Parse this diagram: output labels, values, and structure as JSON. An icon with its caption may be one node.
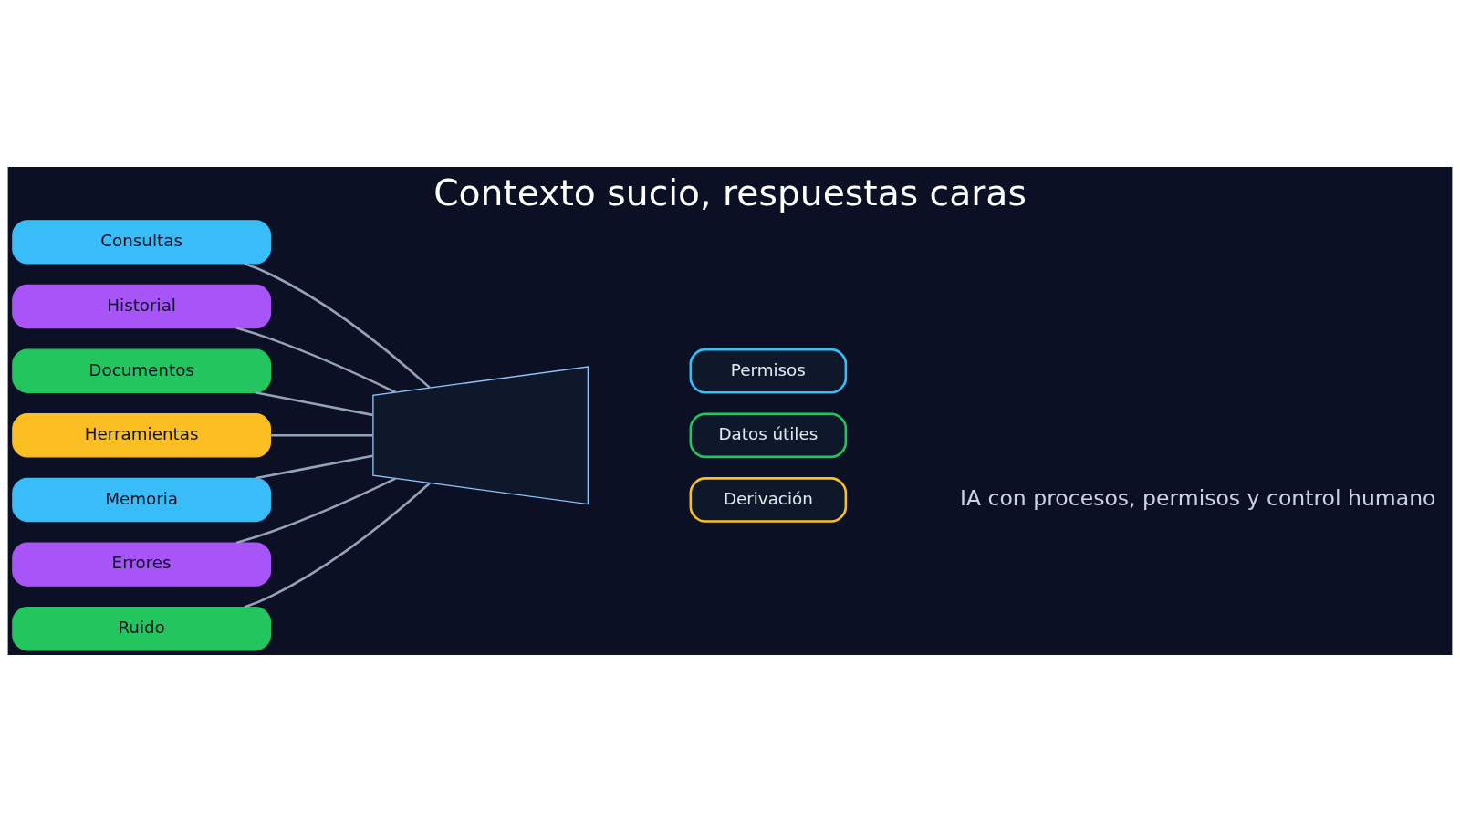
{
  "diagram": {
    "title": "Contexto sucio, respuestas caras",
    "caption": "IA con procesos, permisos y control humano",
    "nodes": [
      {
        "text": [
          "Consultas"
        ]
      },
      {
        "text": [
          "Historial"
        ]
      },
      {
        "text": [
          "Documentos"
        ]
      },
      {
        "text": [
          "Herramientas"
        ]
      },
      {
        "text": [
          "Memoria"
        ]
      },
      {
        "text": [
          "Errores"
        ]
      },
      {
        "text": [
          "Ruido"
        ]
      },
      {
        "text": [],
        "shape": "trapezoid"
      },
      {
        "text": [
          "Permisos"
        ]
      },
      {
        "text": [
          "Datos útiles"
        ]
      },
      {
        "text": [
          "Derivación"
        ]
      }
    ],
    "edges": [
      {
        "from": 0,
        "to": 7,
        "arrow": "none"
      },
      {
        "from": 1,
        "to": 7,
        "arrow": "none"
      },
      {
        "from": 2,
        "to": 7,
        "arrow": "none"
      },
      {
        "from": 3,
        "to": 7,
        "arrow": "none"
      },
      {
        "from": 4,
        "to": 7,
        "arrow": "none"
      },
      {
        "from": 5,
        "to": 7,
        "arrow": "none"
      },
      {
        "from": 6,
        "to": 7,
        "arrow": "none"
      }
    ]
  }
}
